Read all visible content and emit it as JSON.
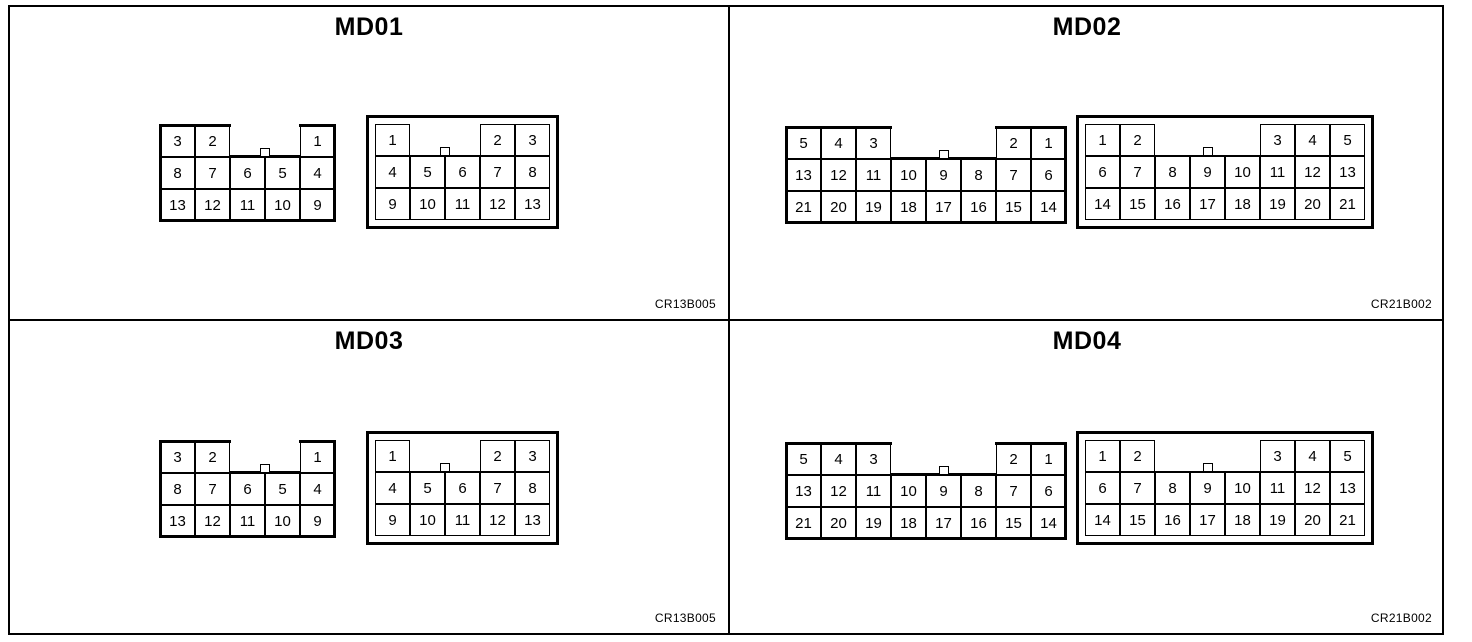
{
  "panels": [
    {
      "title": "MD01",
      "code": "CR13B005",
      "left": {
        "rows": [
          [
            "3",
            "2",
            "",
            "",
            "1"
          ],
          [
            "8",
            "7",
            "6",
            "5",
            "4"
          ],
          [
            "13",
            "12",
            "11",
            "10",
            "9"
          ]
        ]
      },
      "right": {
        "rows": [
          [
            "1",
            "",
            "",
            "2",
            "3"
          ],
          [
            "4",
            "5",
            "6",
            "7",
            "8"
          ],
          [
            "9",
            "10",
            "11",
            "12",
            "13"
          ]
        ]
      }
    },
    {
      "title": "MD02",
      "code": "CR21B002",
      "left": {
        "rows": [
          [
            "5",
            "4",
            "3",
            "",
            "",
            "",
            "2",
            "1"
          ],
          [
            "13",
            "12",
            "11",
            "10",
            "9",
            "8",
            "7",
            "6"
          ],
          [
            "21",
            "20",
            "19",
            "18",
            "17",
            "16",
            "15",
            "14"
          ]
        ]
      },
      "right": {
        "rows": [
          [
            "1",
            "2",
            "",
            "",
            "",
            "3",
            "4",
            "5"
          ],
          [
            "6",
            "7",
            "8",
            "9",
            "10",
            "11",
            "12",
            "13"
          ],
          [
            "14",
            "15",
            "16",
            "17",
            "18",
            "19",
            "20",
            "21"
          ]
        ]
      }
    },
    {
      "title": "MD03",
      "code": "CR13B005",
      "left": {
        "rows": [
          [
            "3",
            "2",
            "",
            "",
            "1"
          ],
          [
            "8",
            "7",
            "6",
            "5",
            "4"
          ],
          [
            "13",
            "12",
            "11",
            "10",
            "9"
          ]
        ]
      },
      "right": {
        "rows": [
          [
            "1",
            "",
            "",
            "2",
            "3"
          ],
          [
            "4",
            "5",
            "6",
            "7",
            "8"
          ],
          [
            "9",
            "10",
            "11",
            "12",
            "13"
          ]
        ]
      }
    },
    {
      "title": "MD04",
      "code": "CR21B002",
      "left": {
        "rows": [
          [
            "5",
            "4",
            "3",
            "",
            "",
            "",
            "2",
            "1"
          ],
          [
            "13",
            "12",
            "11",
            "10",
            "9",
            "8",
            "7",
            "6"
          ],
          [
            "21",
            "20",
            "19",
            "18",
            "17",
            "16",
            "15",
            "14"
          ]
        ]
      },
      "right": {
        "rows": [
          [
            "1",
            "2",
            "",
            "",
            "",
            "3",
            "4",
            "5"
          ],
          [
            "6",
            "7",
            "8",
            "9",
            "10",
            "11",
            "12",
            "13"
          ],
          [
            "14",
            "15",
            "16",
            "17",
            "18",
            "19",
            "20",
            "21"
          ]
        ]
      }
    }
  ]
}
